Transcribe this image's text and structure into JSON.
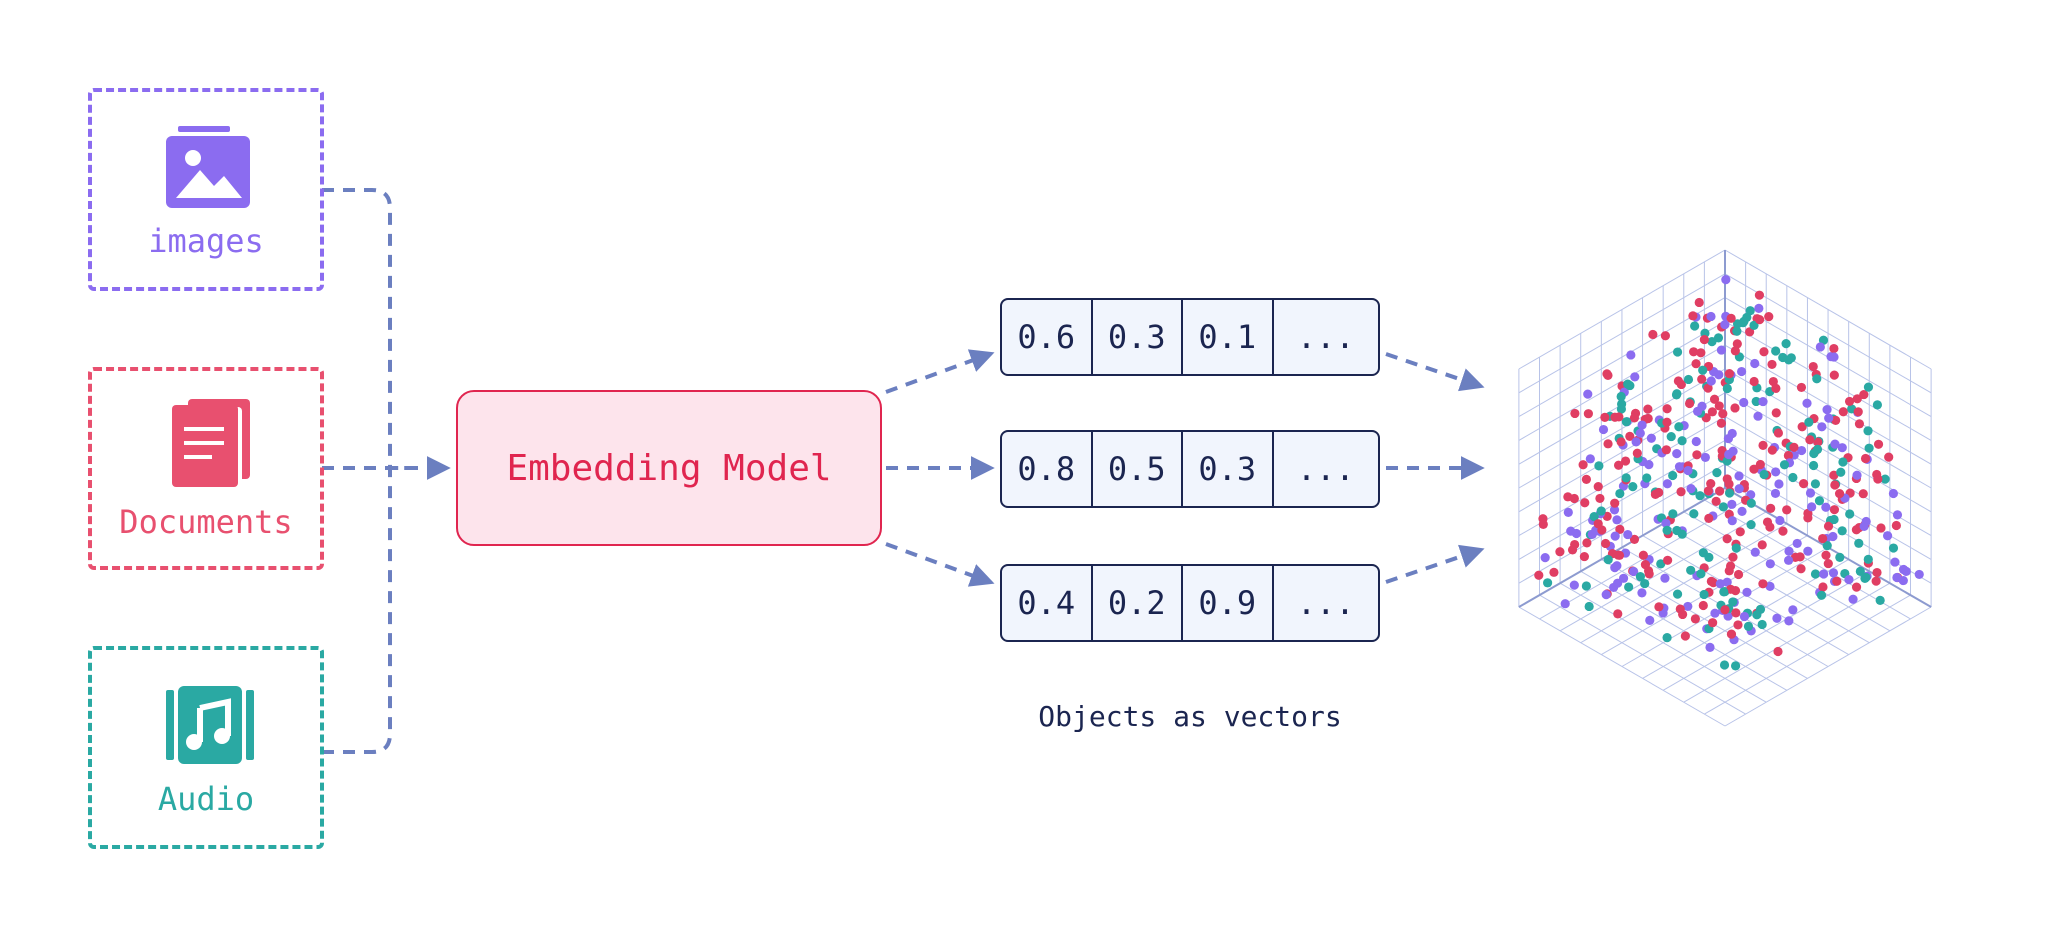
{
  "sources": [
    {
      "label": "images",
      "icon": "image-icon",
      "color": "#8b6cf0"
    },
    {
      "label": "Documents",
      "icon": "document-icon",
      "color": "#e8506f"
    },
    {
      "label": "Audio",
      "icon": "music-icon",
      "color": "#2aa9a3"
    }
  ],
  "model": {
    "label": "Embedding Model",
    "color": "#e0254f",
    "fill": "#fde4ec"
  },
  "vectors": [
    {
      "cells": [
        "0.6",
        "0.3",
        "0.1",
        "..."
      ]
    },
    {
      "cells": [
        "0.8",
        "0.5",
        "0.3",
        "..."
      ]
    },
    {
      "cells": [
        "0.4",
        "0.2",
        "0.9",
        "..."
      ]
    }
  ],
  "vector_caption": "Objects as vectors",
  "colors": {
    "arrow": "#6b7fc0",
    "vector_border": "#1b2550",
    "vector_fill": "#f1f5fd",
    "grid": "#b8c3e8",
    "dot_red": "#e03e63",
    "dot_purple": "#8b6cf0",
    "dot_teal": "#2aa9a3"
  },
  "icons": [
    "image-icon",
    "document-icon",
    "music-icon"
  ]
}
